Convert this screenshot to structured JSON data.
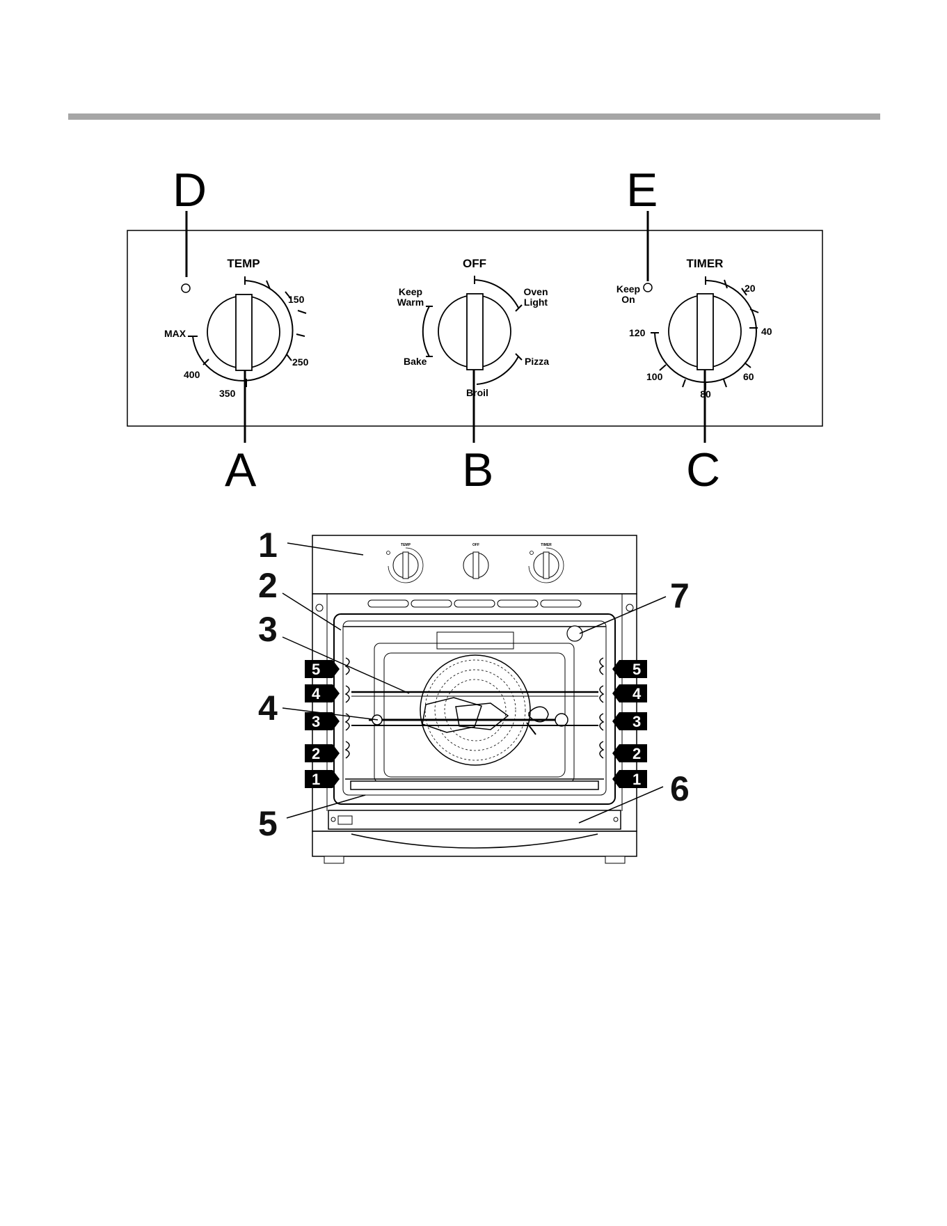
{
  "control_panel": {
    "callouts": [
      "D",
      "E",
      "A",
      "B",
      "C"
    ],
    "temp_dial": {
      "heading": "TEMP",
      "scale": [
        "150",
        "250",
        "350",
        "400",
        "MAX"
      ]
    },
    "function_dial": {
      "heading": "OFF",
      "positions": {
        "oven_light_1": "Oven",
        "oven_light_2": "Light",
        "pizza": "Pizza",
        "broil": "Broil",
        "bake": "Bake",
        "keep_warm_1": "Keep",
        "keep_warm_2": "Warm"
      }
    },
    "timer_dial": {
      "heading": "TIMER",
      "scale": [
        "20",
        "40",
        "60",
        "80",
        "100",
        "120"
      ],
      "keep_on_1": "Keep",
      "keep_on_2": "On"
    }
  },
  "oven_view": {
    "callouts": [
      "1",
      "2",
      "3",
      "4",
      "5",
      "6",
      "7"
    ],
    "rack_positions": [
      "5",
      "4",
      "3",
      "2",
      "1"
    ]
  }
}
